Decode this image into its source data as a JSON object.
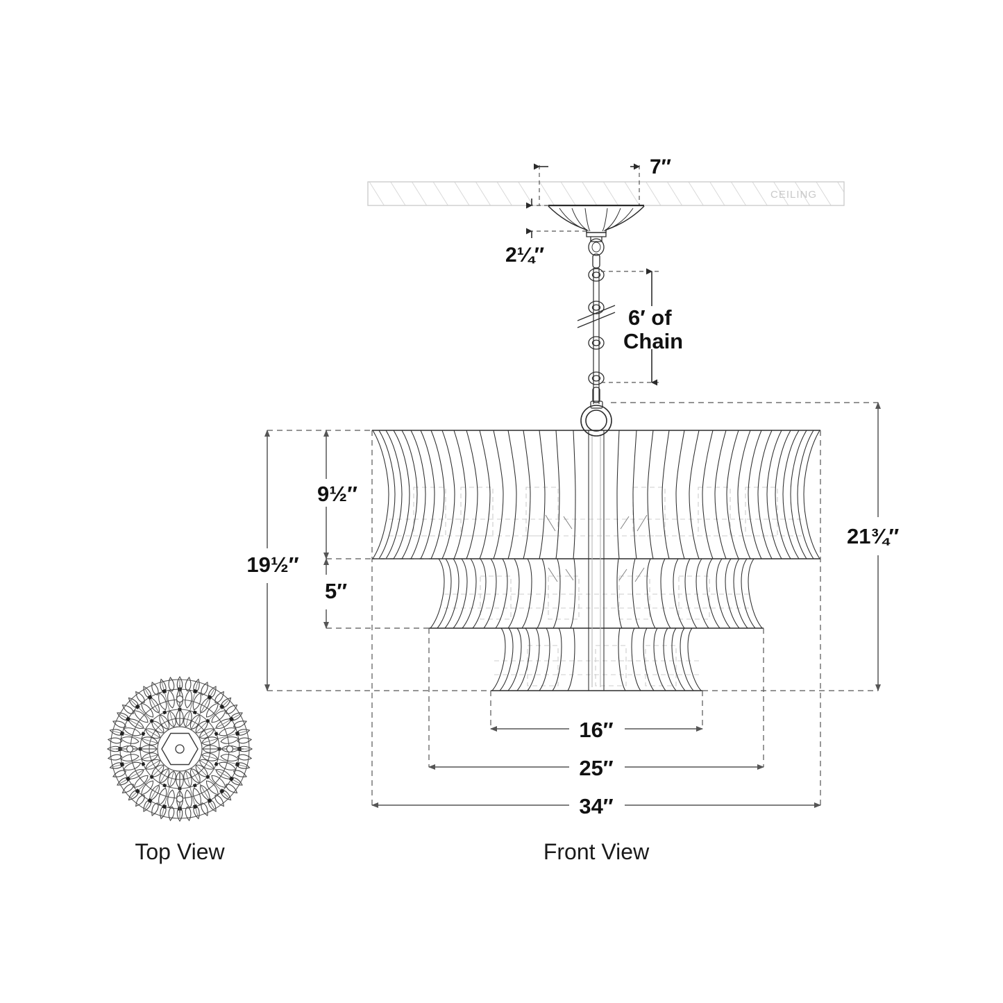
{
  "drawing": {
    "type": "chandelier-dimension-drawing",
    "background_color": "#ffffff",
    "line_color": "#2b2b2b",
    "dim_line_color": "#555555",
    "hidden_line_color": "#bbbbbb",
    "ceiling_label_color": "#c9c9c9"
  },
  "ceiling": {
    "label": "CEILING"
  },
  "dimensions": {
    "canopy_width": "7″",
    "canopy_drop": "2¼″",
    "chain_length": "6′ of",
    "chain_length_line2": "Chain",
    "upper_tier_height": "9½″",
    "middle_tier_height": "5″",
    "body_height": "19½″",
    "overall_height": "21¾″",
    "bottom_tier_width": "16″",
    "middle_tier_width": "25″",
    "overall_width": "34″"
  },
  "views": {
    "top": "Top View",
    "front": "Front View"
  }
}
